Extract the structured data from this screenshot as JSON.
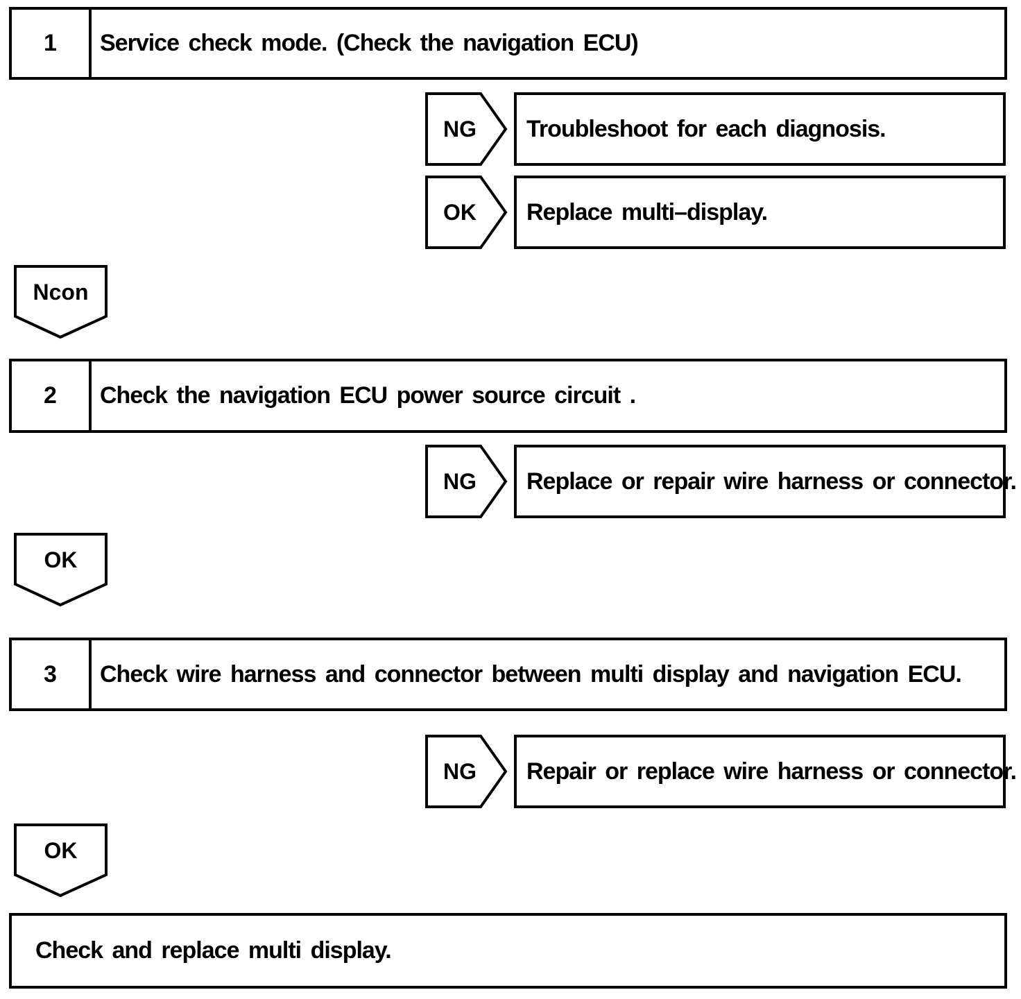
{
  "colors": {
    "ink": "#000000",
    "paper": "#ffffff"
  },
  "steps": [
    {
      "number": "1",
      "title": "Service check mode. (Check the navigation ECU)"
    },
    {
      "number": "2",
      "title": "Check the navigation ECU power source circuit ."
    },
    {
      "number": "3",
      "title": "Check wire harness and connector between multi display and navigation ECU."
    }
  ],
  "branches": [
    {
      "label": "NG",
      "action": "Troubleshoot for each diagnosis."
    },
    {
      "label": "OK",
      "action": "Replace multi–display."
    },
    {
      "label": "NG",
      "action": "Replace or repair wire harness or connector."
    },
    {
      "label": "NG",
      "action": "Repair or replace wire harness or connector."
    }
  ],
  "connectors": [
    {
      "label": "Ncon"
    },
    {
      "label": "OK"
    },
    {
      "label": "OK"
    }
  ],
  "result": "Check and replace multi display."
}
